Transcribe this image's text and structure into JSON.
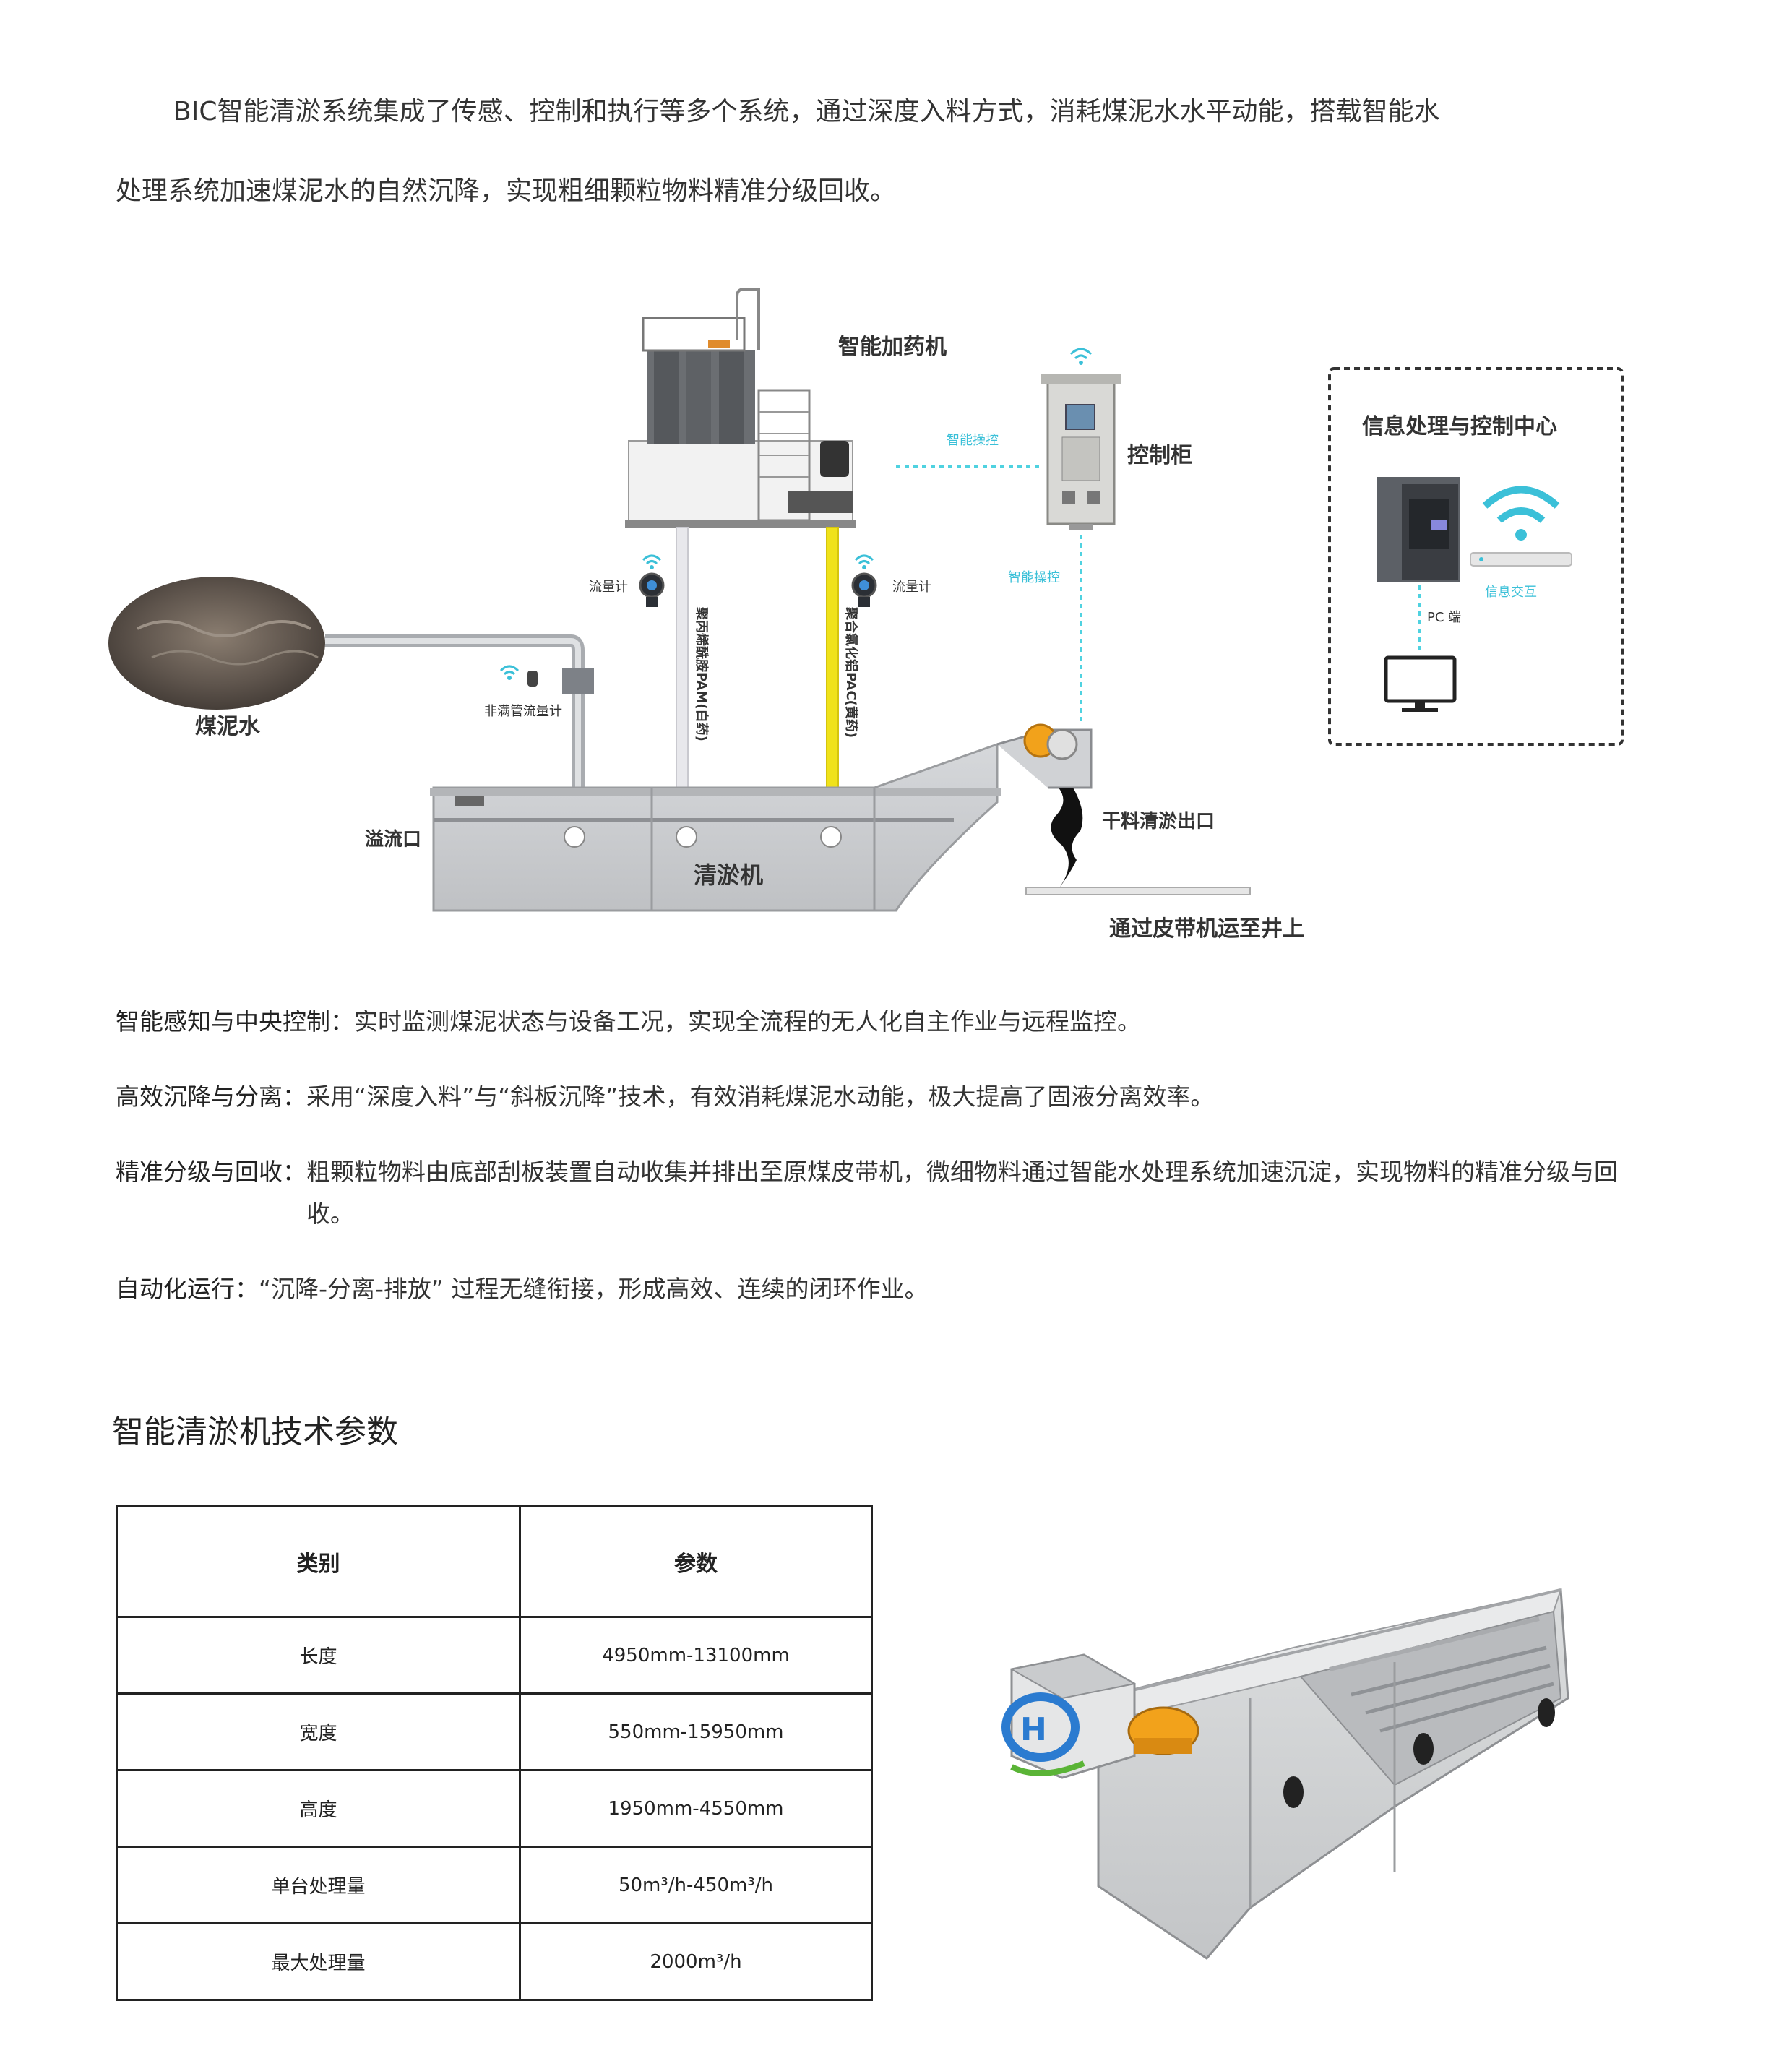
{
  "intro": {
    "line1": "BIC智能清淤系统集成了传感、控制和执行等多个系统，通过深度入料方式，消耗煤泥水水平动能，搭载智能水",
    "line2": "处理系统加速煤泥水的自然沉降，实现粗细颗粒物料精准分级回收。"
  },
  "diagram": {
    "dosing_machine": "智能加药机",
    "control_cabinet": "控制柜",
    "smart_control_1": "智能操控",
    "smart_control_2": "智能操控",
    "info_center": "信息处理与控制中心",
    "info_exchange": "信息交互",
    "pc_terminal": "PC 端",
    "flowmeter_left": "流量计",
    "flowmeter_right": "流量计",
    "pam_pipe": "聚丙烯酰胺PAM(白药)",
    "pac_pipe": "聚合氯化铝PAC(黄药)",
    "coal_slurry": "煤泥水",
    "partial_pipe_flowmeter": "非满管流量计",
    "overflow": "溢流口",
    "dredger": "清淤机",
    "dry_outlet": "干料清淤出口",
    "belt_conveyor": "通过皮带机运至井上"
  },
  "features": [
    {
      "label": "智能感知与中央控制：",
      "desc": "实时监测煤泥状态与设备工况，实现全流程的无人化自主作业与远程监控。"
    },
    {
      "label": "高效沉降与分离：",
      "desc": "采用“深度入料”与“斜板沉降”技术，有效消耗煤泥水动能，极大提高了固液分离效率。"
    },
    {
      "label": "精准分级与回收：",
      "desc": "粗颗粒物料由底部刮板装置自动收集并排出至原煤皮带机，微细物料通过智能水处理系统加速沉淀，实现物料的精准分级与回收。"
    },
    {
      "label": "自动化运行：",
      "desc": "“沉降-分离-排放” 过程无缝衔接，形成高效、连续的闭环作业。"
    }
  ],
  "section_title": "智能清淤机技术参数",
  "table": {
    "headers": [
      "类别",
      "参数"
    ],
    "rows": [
      [
        "长度",
        "4950mm-13100mm"
      ],
      [
        "宽度",
        "550mm-15950mm"
      ],
      [
        "高度",
        "1950mm-4550mm"
      ],
      [
        "单台处理量",
        "50m³/h-450m³/h"
      ],
      [
        "最大处理量",
        "2000m³/h"
      ]
    ]
  },
  "colors": {
    "wire": "#4fd2e0",
    "tank": "#c9cbce",
    "pac": "#f0e21a",
    "pam": "#e8e8ec",
    "motor": "#f2a21b",
    "logo_blue": "#2b7bd0",
    "logo_green": "#5ab436"
  }
}
